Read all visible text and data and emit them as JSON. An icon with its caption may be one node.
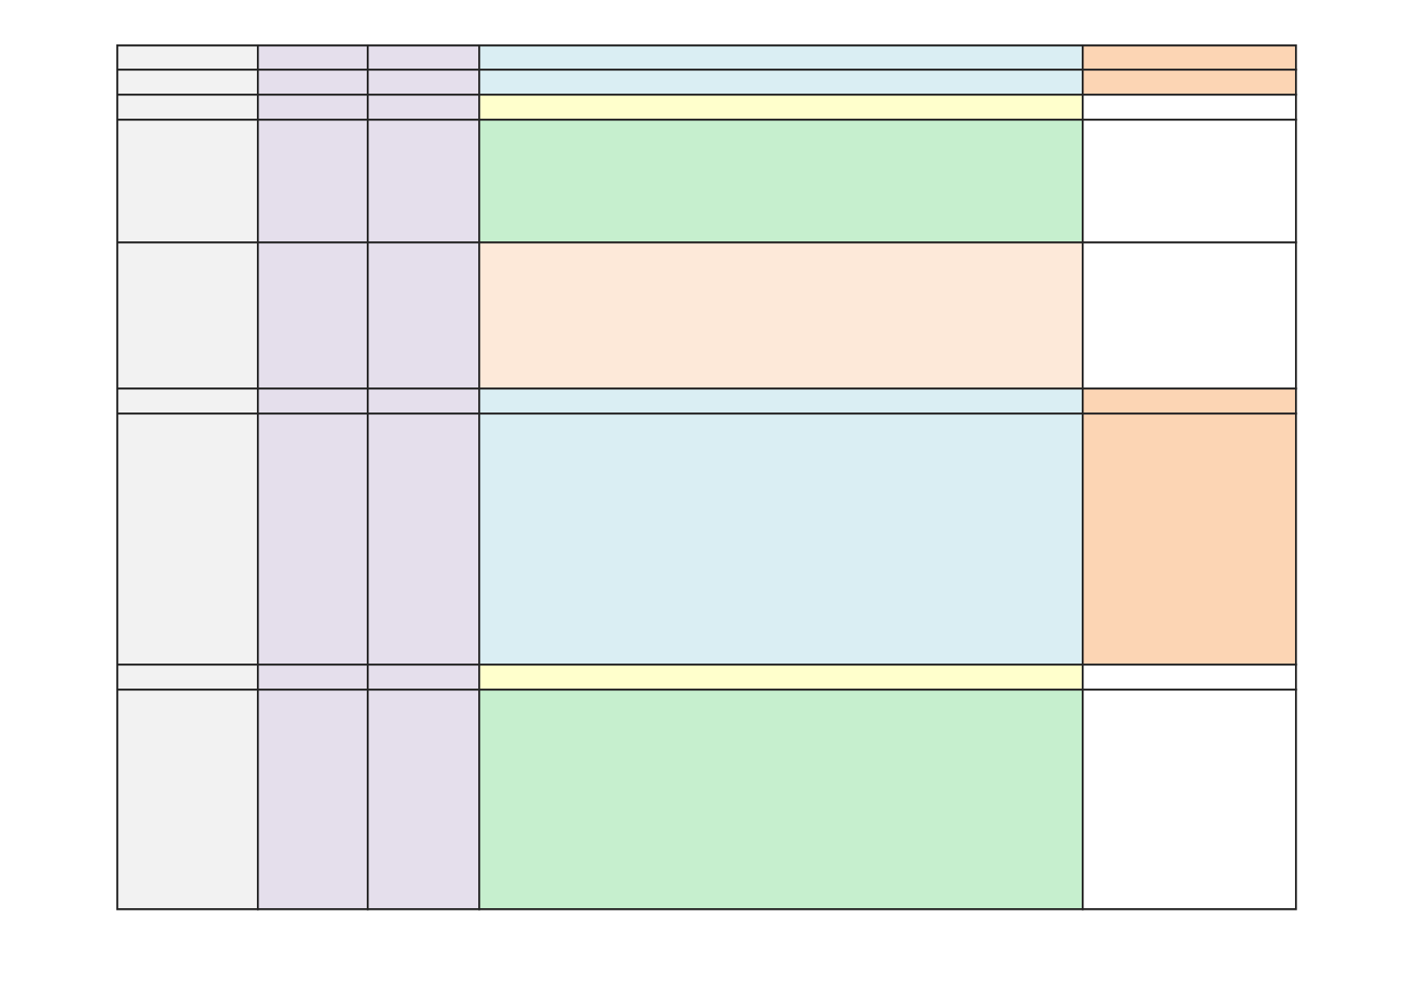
{
  "diagram": {
    "nodes": [
      {
        "text": [],
        "shape": "box"
      },
      {
        "text": [],
        "shape": "box"
      },
      {
        "text": [],
        "shape": "box"
      },
      {
        "text": [],
        "shape": "box"
      },
      {
        "text": [],
        "shape": "box"
      },
      {
        "text": [],
        "shape": "box"
      },
      {
        "text": [],
        "shape": "box"
      },
      {
        "text": [],
        "shape": "box"
      },
      {
        "text": [],
        "shape": "box"
      },
      {
        "text": [],
        "shape": "box"
      },
      {
        "text": [],
        "shape": "box"
      },
      {
        "text": [],
        "shape": "box"
      },
      {
        "text": [],
        "shape": "box"
      },
      {
        "text": [],
        "shape": "box"
      },
      {
        "text": [],
        "shape": "box"
      },
      {
        "text": [],
        "shape": "box"
      },
      {
        "text": [],
        "shape": "box"
      },
      {
        "text": [],
        "shape": "box"
      },
      {
        "text": [],
        "shape": "box"
      },
      {
        "text": [],
        "shape": "box"
      },
      {
        "text": [],
        "shape": "box"
      },
      {
        "text": [],
        "shape": "box"
      },
      {
        "text": [],
        "shape": "box"
      },
      {
        "text": [],
        "shape": "box"
      },
      {
        "text": [],
        "shape": "box"
      },
      {
        "text": [],
        "shape": "box"
      },
      {
        "text": [],
        "shape": "box"
      },
      {
        "text": [],
        "shape": "box"
      },
      {
        "text": [],
        "shape": "box"
      },
      {
        "text": [],
        "shape": "box"
      },
      {
        "text": [],
        "shape": "box"
      },
      {
        "text": [],
        "shape": "box"
      },
      {
        "text": [],
        "shape": "box"
      },
      {
        "text": [],
        "shape": "box"
      },
      {
        "text": [],
        "shape": "box"
      },
      {
        "text": [],
        "shape": "box"
      },
      {
        "text": [],
        "shape": "box"
      },
      {
        "text": [],
        "shape": "box"
      },
      {
        "text": [],
        "shape": "box"
      },
      {
        "text": [],
        "shape": "box"
      },
      {
        "text": [],
        "shape": "box"
      },
      {
        "text": [],
        "shape": "box"
      },
      {
        "text": [],
        "shape": "box"
      },
      {
        "text": [],
        "shape": "box"
      },
      {
        "text": [],
        "shape": "box"
      }
    ]
  }
}
